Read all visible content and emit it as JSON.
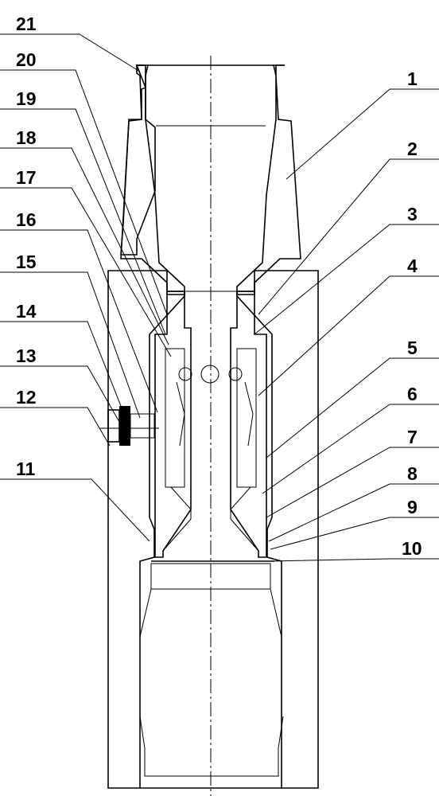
{
  "drawing": {
    "left_labels": [
      "21",
      "20",
      "19",
      "18",
      "17",
      "16",
      "15",
      "14",
      "13",
      "12",
      "11"
    ],
    "right_labels": [
      "1",
      "2",
      "3",
      "4",
      "5",
      "6",
      "7",
      "8",
      "9",
      "10"
    ]
  }
}
